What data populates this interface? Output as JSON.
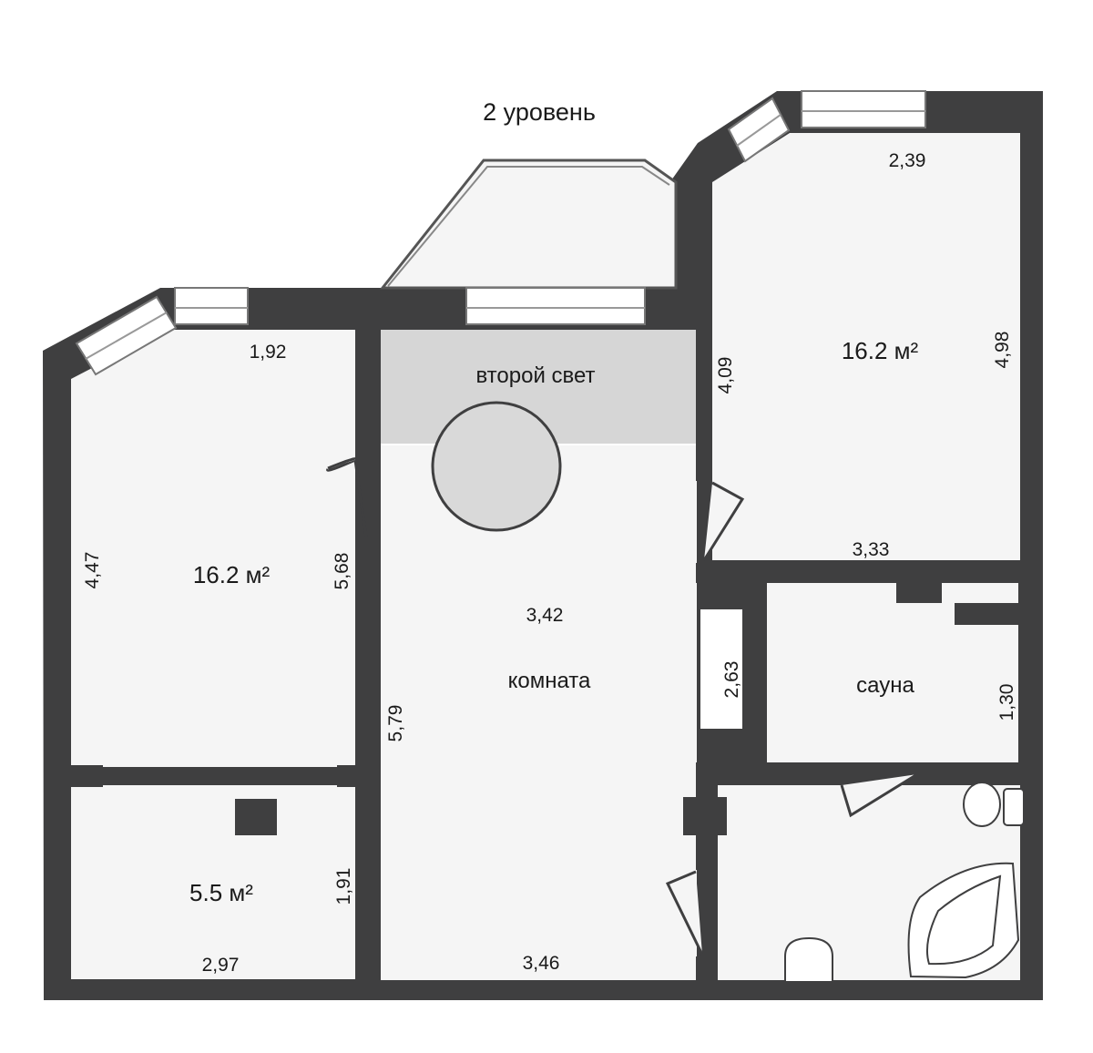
{
  "plan": {
    "title": "2 уровень",
    "colors": {
      "wall": "#3f3f40",
      "floor": "#f5f5f5",
      "second_light": "#d6d6d6",
      "background": "#ffffff"
    },
    "rooms": {
      "left_bedroom": {
        "area": "16.2 м²",
        "dims": {
          "top": "1,92",
          "left": "4,47",
          "right": "5,68"
        }
      },
      "right_bedroom": {
        "area": "16.2 м²",
        "dims": {
          "top": "2,39",
          "left": "4,09",
          "right": "4,98",
          "bottom": "3,33"
        }
      },
      "main_room": {
        "name": "комната",
        "dims": {
          "width": "3,42",
          "left": "5,79",
          "bottom": "3,46",
          "closet": "2,63"
        }
      },
      "second_light": {
        "label": "второй свет"
      },
      "storage": {
        "area": "5.5 м²",
        "dims": {
          "bottom": "2,97",
          "right": "1,91"
        }
      },
      "sauna": {
        "name": "сауна",
        "dims": {
          "right": "1,30"
        }
      }
    }
  }
}
